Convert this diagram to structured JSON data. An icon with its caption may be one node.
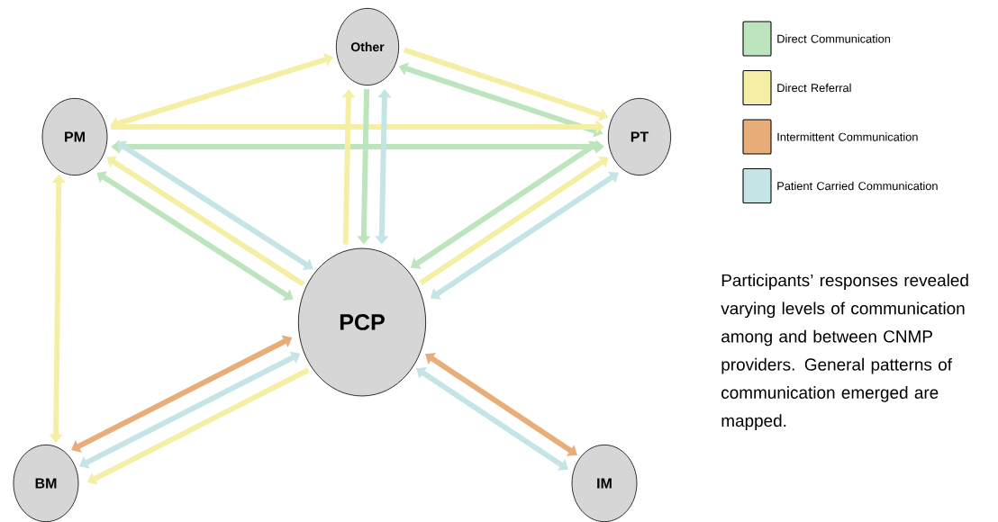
{
  "diagram": {
    "nodes": [
      {
        "text": [
          "Other"
        ]
      },
      {
        "text": [
          "PM"
        ]
      },
      {
        "text": [
          "PT"
        ]
      },
      {
        "text": [
          "PCP"
        ]
      },
      {
        "text": [
          "BM"
        ]
      },
      {
        "text": [
          "IM"
        ]
      }
    ],
    "edges": [
      {
        "from": 1,
        "to": 0,
        "arrow": "both",
        "color": "#f5efa6"
      },
      {
        "from": 0,
        "to": 2,
        "arrow": "to",
        "color": "#f5efa6"
      },
      {
        "from": 0,
        "to": 2,
        "arrow": "both",
        "color": "#bde5bd"
      },
      {
        "from": 1,
        "to": 2,
        "arrow": "to",
        "color": "#f5efa6"
      },
      {
        "from": 1,
        "to": 2,
        "arrow": "both",
        "color": "#bde5bd"
      },
      {
        "from": 3,
        "to": 0,
        "arrow": "to",
        "color": "#f5efa6"
      },
      {
        "from": 0,
        "to": 3,
        "arrow": "to",
        "color": "#bde5bd"
      },
      {
        "from": 0,
        "to": 3,
        "arrow": "both",
        "color": "#c5e4e6"
      },
      {
        "from": 1,
        "to": 3,
        "arrow": "both",
        "color": "#c5e4e6"
      },
      {
        "from": 3,
        "to": 1,
        "arrow": "to",
        "color": "#f5efa6"
      },
      {
        "from": 1,
        "to": 3,
        "arrow": "both",
        "color": "#bde5bd"
      },
      {
        "from": 2,
        "to": 3,
        "arrow": "both",
        "color": "#bde5bd"
      },
      {
        "from": 3,
        "to": 2,
        "arrow": "to",
        "color": "#f5efa6"
      },
      {
        "from": 2,
        "to": 3,
        "arrow": "both",
        "color": "#c5e4e6"
      },
      {
        "from": 1,
        "to": 4,
        "arrow": "both",
        "color": "#f5efa6"
      },
      {
        "from": 4,
        "to": 3,
        "arrow": "both",
        "color": "#e8ad78"
      },
      {
        "from": 4,
        "to": 3,
        "arrow": "both",
        "color": "#c5e4e6"
      },
      {
        "from": 3,
        "to": 4,
        "arrow": "to",
        "color": "#f5efa6"
      },
      {
        "from": 3,
        "to": 5,
        "arrow": "both",
        "color": "#e8ad78"
      },
      {
        "from": 3,
        "to": 5,
        "arrow": "both",
        "color": "#c5e4e6"
      }
    ],
    "labels": [
      "Participants’ responses revealed varying levels of communication among and between CNMP providers. General patterns of communication emerged are mapped."
    ],
    "legend": [
      {
        "text": "Direct Communication",
        "color": "#bde5bd"
      },
      {
        "text": "Direct Referral",
        "color": "#f5efa6"
      },
      {
        "text": "Intermittent Communication",
        "color": "#e8ad78"
      },
      {
        "text": "Patient Carried Communication",
        "color": "#c5e4e6"
      }
    ]
  }
}
